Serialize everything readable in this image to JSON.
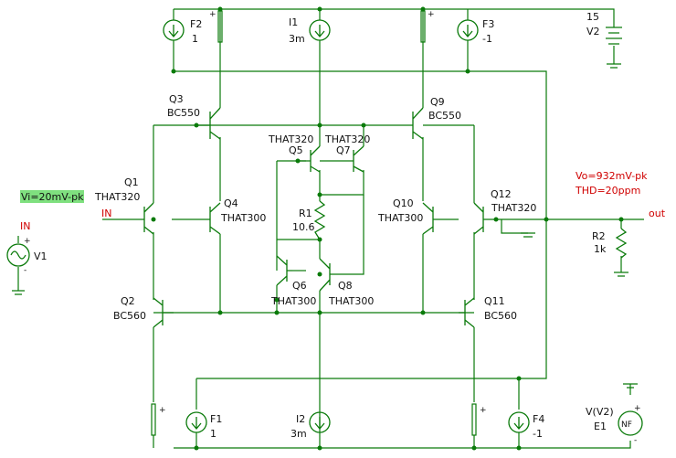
{
  "components": {
    "F2": {
      "name": "F2",
      "value": "1"
    },
    "I1": {
      "name": "I1",
      "value": "3m"
    },
    "F3": {
      "name": "F3",
      "value": "-1"
    },
    "V2": {
      "name": "V2",
      "value": "15"
    },
    "Q3": {
      "name": "Q3",
      "model": "BC550"
    },
    "Q9": {
      "name": "Q9",
      "model": "BC550"
    },
    "Q5": {
      "name": "Q5",
      "model": "THAT320"
    },
    "Q7": {
      "name": "Q7",
      "model": "THAT320"
    },
    "Q1": {
      "name": "Q1",
      "model": "THAT320"
    },
    "Q4": {
      "name": "Q4",
      "model": "THAT300"
    },
    "R1": {
      "name": "R1",
      "value": "10.6"
    },
    "Q10": {
      "name": "Q10",
      "model": "THAT300"
    },
    "Q12": {
      "name": "Q12",
      "model": "THAT320"
    },
    "R2": {
      "name": "R2",
      "value": "1k"
    },
    "Q6": {
      "name": "Q6",
      "model": "THAT300"
    },
    "Q8": {
      "name": "Q8",
      "model": "THAT300"
    },
    "Q2": {
      "name": "Q2",
      "model": "BC560"
    },
    "Q11": {
      "name": "Q11",
      "model": "BC560"
    },
    "F1": {
      "name": "F1",
      "value": "1"
    },
    "I2": {
      "name": "I2",
      "value": "3m"
    },
    "F4": {
      "name": "F4",
      "value": "-1"
    },
    "E1": {
      "name": "E1",
      "value": "V(V2)"
    },
    "V1": {
      "name": "V1"
    }
  },
  "nets": {
    "in": "IN",
    "out": "out"
  },
  "annotations": {
    "vi": "Vi=20mV-pk",
    "vo": "Vo=932mV-pk",
    "thd": "THD=20ppm"
  },
  "source_symbols": {
    "plus": "+",
    "minus": "-",
    "nf": "NF"
  },
  "colors": {
    "wire": "#0a7a0a",
    "label": "#111111",
    "net_label": "#d00000",
    "highlight": "#7fe07f"
  }
}
